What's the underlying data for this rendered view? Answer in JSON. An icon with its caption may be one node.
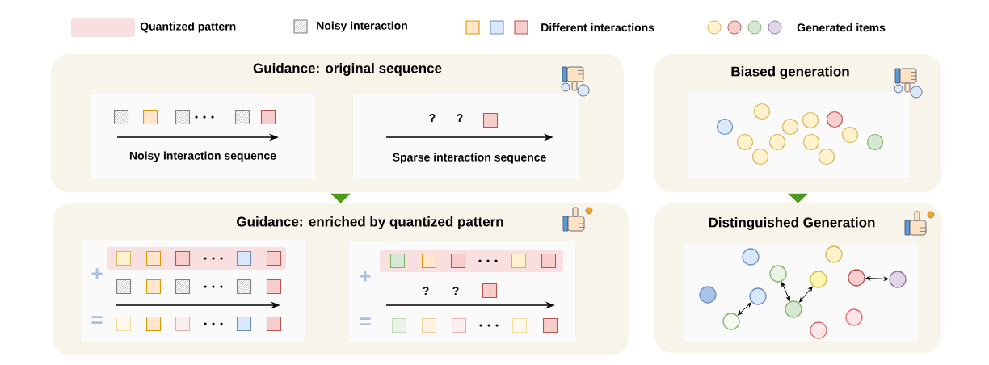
{
  "diagram": {
    "nodes": [
      {
        "text": [
          "Guidance: original sequence"
        ]
      },
      {
        "text": [
          "Noisy interaction sequence"
        ],
        "in": 0
      },
      {
        "text": [
          "Sparse interaction sequence"
        ],
        "in": 0
      },
      {
        "text": [
          "Guidance: enriched by quantized pattern"
        ]
      },
      {
        "text": [],
        "shape": "box",
        "in": 3
      },
      {
        "text": [],
        "shape": "box",
        "in": 3
      },
      {
        "text": [
          "Biased generation"
        ]
      },
      {
        "text": [],
        "shape": "box",
        "in": 6
      },
      {
        "text": [
          "Distinguished Generation"
        ]
      },
      {
        "text": [],
        "shape": "box",
        "in": 8
      },
      {
        "text": [],
        "shape": "circle",
        "in": 9
      },
      {
        "text": [],
        "shape": "circle",
        "in": 9
      },
      {
        "text": [],
        "shape": "circle",
        "in": 9
      },
      {
        "text": [],
        "shape": "circle",
        "in": 9
      },
      {
        "text": [],
        "shape": "circle",
        "in": 9
      },
      {
        "text": [],
        "shape": "circle",
        "in": 9
      },
      {
        "text": [],
        "shape": "circle",
        "in": 9
      },
      {
        "text": [],
        "shape": "circle",
        "in": 9
      },
      {
        "text": [],
        "shape": "circle",
        "in": 9
      },
      {
        "text": [],
        "shape": "circle",
        "in": 9
      },
      {
        "text": [],
        "shape": "circle",
        "in": 9
      },
      {
        "text": [],
        "shape": "circle",
        "in": 9
      }
    ],
    "edges": [
      {
        "from": 0,
        "to": 3,
        "arrow": "to",
        "style": "thick",
        "color": "#4d9a1a"
      },
      {
        "from": 6,
        "to": 8,
        "arrow": "to",
        "style": "thick",
        "color": "#4d9a1a"
      },
      {
        "from": 11,
        "to": 13,
        "arrow": "both"
      },
      {
        "from": 14,
        "to": 15,
        "arrow": "both"
      },
      {
        "from": 15,
        "to": 16,
        "arrow": "both"
      },
      {
        "from": 20,
        "to": 21,
        "arrow": "both"
      }
    ],
    "labels": [
      "?",
      "?",
      "+",
      "=",
      "+",
      "?",
      "?",
      "="
    ],
    "legend": [
      {
        "text": "Quantized pattern",
        "color": "#f8e0e0"
      },
      {
        "text": "Noisy interaction"
      },
      {
        "text": "Different interactions"
      },
      {
        "text": "Generated items"
      }
    ]
  }
}
